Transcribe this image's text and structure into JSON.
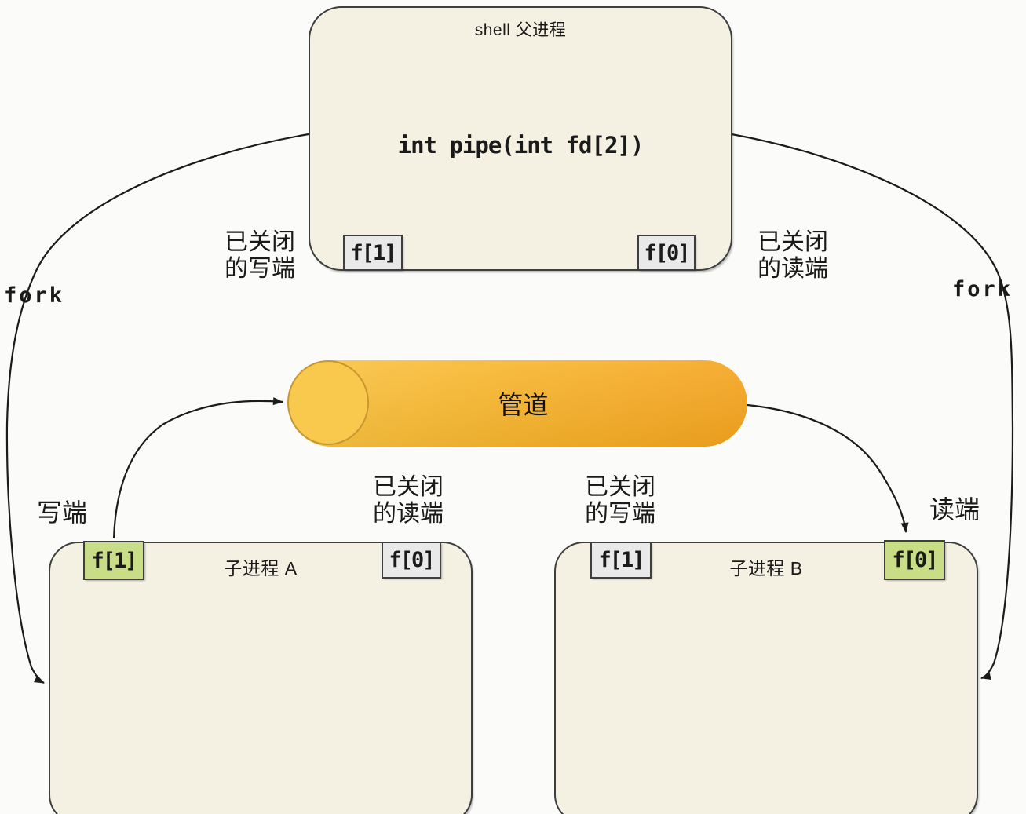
{
  "colors": {
    "background": "#fbfbf9",
    "box_fill": "#f5f1e2",
    "box_border": "#3e3e3e",
    "fd_gray": "#e9e9e9",
    "fd_green": "#c8dd85",
    "pipe_light": "#fac544",
    "pipe_dark": "#f5a41e",
    "arrow": "#1b1b1b",
    "text": "#1a1a1a"
  },
  "parent_process": {
    "title": "shell 父进程",
    "code": "int pipe(int fd[2])",
    "fd_write_label": "f[1]",
    "fd_read_label": "f[0]"
  },
  "pipe": {
    "label": "管道"
  },
  "child_a": {
    "title": "子进程 A",
    "fd_write_label": "f[1]",
    "fd_read_label": "f[0]"
  },
  "child_b": {
    "title": "子进程 B",
    "fd_write_label": "f[1]",
    "fd_read_label": "f[0]"
  },
  "labels": {
    "fork_left": "fork",
    "fork_right": "fork",
    "closed_write_parent": [
      "已关闭",
      "的写端"
    ],
    "closed_read_parent": [
      "已关闭",
      "的读端"
    ],
    "closed_read_child_a": [
      "已关闭",
      "的读端"
    ],
    "closed_write_child_b": [
      "已关闭",
      "的写端"
    ],
    "write_end": "写端",
    "read_end": "读端"
  }
}
